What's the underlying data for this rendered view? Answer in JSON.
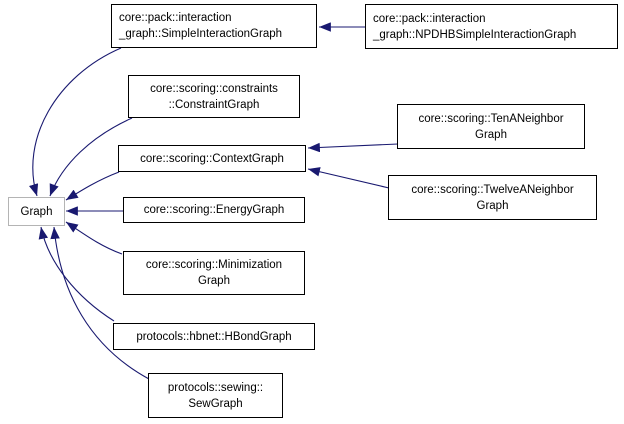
{
  "diagram": {
    "type": "class-inheritance-graph",
    "background": "#ffffff",
    "edge_color": "#191970",
    "node_border_color": "#000000",
    "base_node_border_color": "#b4b4b4",
    "nodes": [
      {
        "id": "graph",
        "label": "Graph",
        "role": "current-class"
      },
      {
        "id": "simple-interaction-graph",
        "label": "core::pack::interaction\n_graph::SimpleInteractionGraph",
        "role": "derived-class"
      },
      {
        "id": "npdhb-simple-interaction-graph",
        "label": "core::pack::interaction\n_graph::NPDHBSimpleInteractionGraph",
        "role": "derived-class"
      },
      {
        "id": "constraint-graph",
        "label": "core::scoring::constraints\n::ConstraintGraph",
        "role": "derived-class"
      },
      {
        "id": "context-graph",
        "label": "core::scoring::ContextGraph",
        "role": "derived-class"
      },
      {
        "id": "ten-a-neighbor-graph",
        "label": "core::scoring::TenANeighbor\nGraph",
        "role": "derived-class"
      },
      {
        "id": "twelve-a-neighbor-graph",
        "label": "core::scoring::TwelveANeighbor\nGraph",
        "role": "derived-class"
      },
      {
        "id": "energy-graph",
        "label": "core::scoring::EnergyGraph",
        "role": "derived-class"
      },
      {
        "id": "minimization-graph",
        "label": "core::scoring::Minimization\nGraph",
        "role": "derived-class"
      },
      {
        "id": "hbond-graph",
        "label": "protocols::hbnet::HBondGraph",
        "role": "derived-class"
      },
      {
        "id": "sew-graph",
        "label": "protocols::sewing::\nSewGraph",
        "role": "derived-class"
      }
    ],
    "edges": [
      {
        "from": "simple-interaction-graph",
        "to": "graph",
        "type": "inheritance"
      },
      {
        "from": "npdhb-simple-interaction-graph",
        "to": "simple-interaction-graph",
        "type": "inheritance"
      },
      {
        "from": "constraint-graph",
        "to": "graph",
        "type": "inheritance"
      },
      {
        "from": "context-graph",
        "to": "graph",
        "type": "inheritance"
      },
      {
        "from": "ten-a-neighbor-graph",
        "to": "context-graph",
        "type": "inheritance"
      },
      {
        "from": "twelve-a-neighbor-graph",
        "to": "context-graph",
        "type": "inheritance"
      },
      {
        "from": "energy-graph",
        "to": "graph",
        "type": "inheritance"
      },
      {
        "from": "minimization-graph",
        "to": "graph",
        "type": "inheritance"
      },
      {
        "from": "hbond-graph",
        "to": "graph",
        "type": "inheritance"
      },
      {
        "from": "sew-graph",
        "to": "graph",
        "type": "inheritance"
      }
    ]
  }
}
